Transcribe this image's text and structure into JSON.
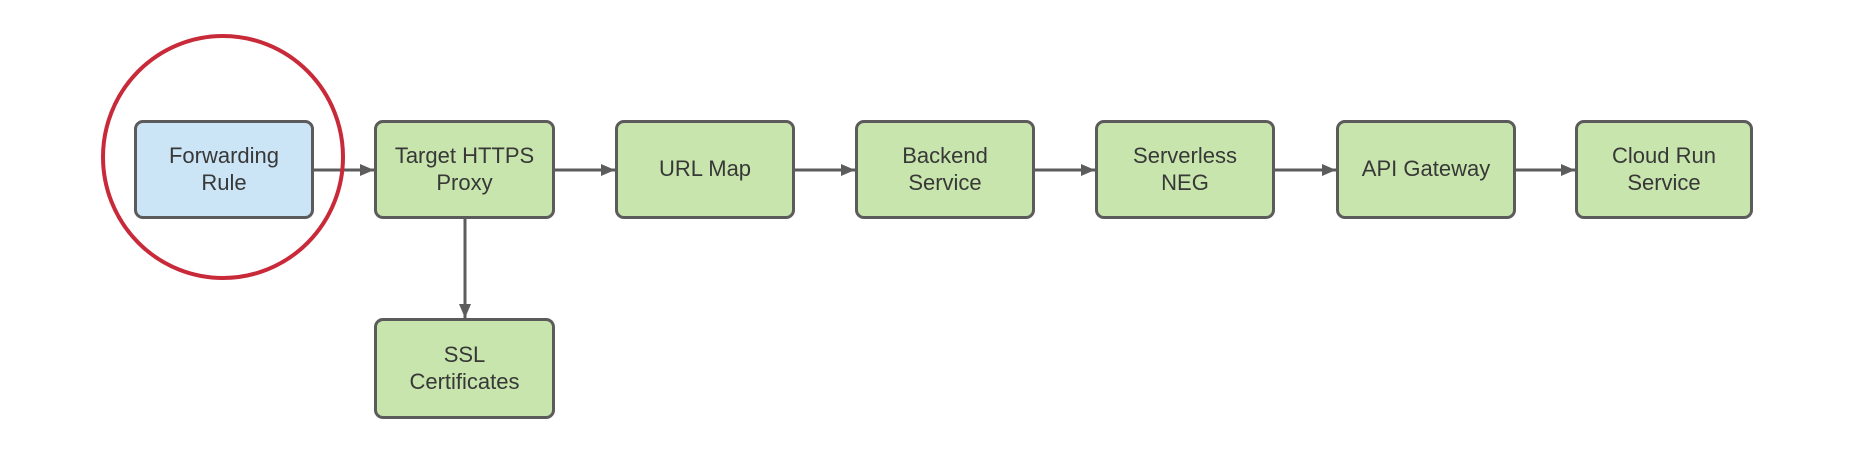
{
  "colors": {
    "node_green_fill": "#c7e5ac",
    "node_blue_fill": "#cbe5f6",
    "node_border": "#5b5b5b",
    "edge": "#5c5c5c",
    "highlight": "#c82a39",
    "text": "#383838"
  },
  "nodes": [
    {
      "id": "forwarding-rule",
      "label": "Forwarding Rule",
      "fill": "blue",
      "highlighted": true
    },
    {
      "id": "target-https-proxy",
      "label": "Target HTTPS Proxy",
      "fill": "green",
      "highlighted": false
    },
    {
      "id": "url-map",
      "label": "URL Map",
      "fill": "green",
      "highlighted": false
    },
    {
      "id": "backend-service",
      "label": "Backend Service",
      "fill": "green",
      "highlighted": false
    },
    {
      "id": "serverless-neg",
      "label": "Serverless NEG",
      "fill": "green",
      "highlighted": false
    },
    {
      "id": "api-gateway",
      "label": "API Gateway",
      "fill": "green",
      "highlighted": false
    },
    {
      "id": "cloud-run-service",
      "label": "Cloud Run Service",
      "fill": "green",
      "highlighted": false
    },
    {
      "id": "ssl-certificates",
      "label": "SSL Certificates",
      "fill": "green",
      "highlighted": false
    }
  ],
  "edges": [
    {
      "from": "forwarding-rule",
      "to": "target-https-proxy",
      "direction": "right"
    },
    {
      "from": "target-https-proxy",
      "to": "url-map",
      "direction": "right"
    },
    {
      "from": "url-map",
      "to": "backend-service",
      "direction": "right"
    },
    {
      "from": "backend-service",
      "to": "serverless-neg",
      "direction": "right"
    },
    {
      "from": "serverless-neg",
      "to": "api-gateway",
      "direction": "right"
    },
    {
      "from": "api-gateway",
      "to": "cloud-run-service",
      "direction": "right"
    },
    {
      "from": "target-https-proxy",
      "to": "ssl-certificates",
      "direction": "down"
    }
  ],
  "annotations": [
    {
      "type": "circle",
      "around": "forwarding-rule"
    }
  ]
}
